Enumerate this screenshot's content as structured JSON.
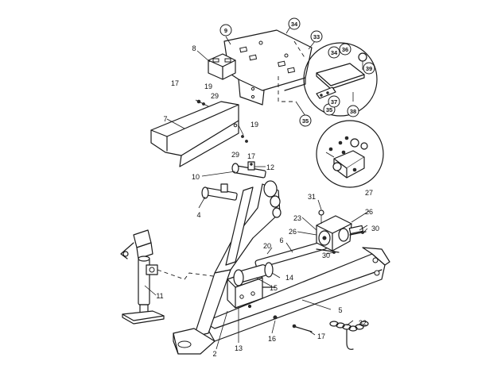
{
  "callouts": {
    "c2": "2",
    "c4": "4",
    "c5": "5",
    "c6": "6",
    "c7": "7",
    "c8": "8",
    "c10": "10",
    "c11": "11",
    "c12": "12",
    "c13": "13",
    "c14": "14",
    "c15": "15",
    "c16": "16",
    "c17a": "17",
    "c17b": "17",
    "c17c": "17",
    "c19a": "19",
    "c19b": "19",
    "c20": "20",
    "c23": "23",
    "c26a": "26",
    "c26b": "26",
    "c27": "27",
    "c29a": "29",
    "c29b": "29",
    "c30a": "30",
    "c30b": "30",
    "c31": "31",
    "c32": "32"
  },
  "circled": {
    "c9": "9",
    "c33": "33",
    "c34a": "34",
    "c34b": "34",
    "c35a": "35",
    "c35b": "35",
    "c36": "36",
    "c37": "37",
    "c38": "38",
    "c39": "39"
  }
}
